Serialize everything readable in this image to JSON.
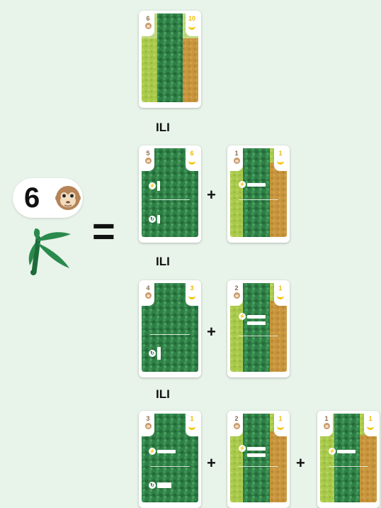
{
  "connector": "ILI",
  "plus_sign": "+",
  "equals_sign": "=",
  "token": {
    "value": "6",
    "icon": "monkey-icon"
  },
  "cards": [
    {
      "id": "card-a",
      "left_value": "6",
      "right_value": "10",
      "variant": "half"
    },
    {
      "id": "card-b",
      "left_value": "5",
      "right_value": "6",
      "variant": "full"
    },
    {
      "id": "card-c",
      "left_value": "1",
      "right_value": "1",
      "variant": "half"
    },
    {
      "id": "card-d",
      "left_value": "4",
      "right_value": "3",
      "variant": "full"
    },
    {
      "id": "card-e",
      "left_value": "2",
      "right_value": "1",
      "variant": "half"
    },
    {
      "id": "card-f",
      "left_value": "3",
      "right_value": "1",
      "variant": "full"
    },
    {
      "id": "card-g",
      "left_value": "2",
      "right_value": "1",
      "variant": "half"
    },
    {
      "id": "card-h",
      "left_value": "1",
      "right_value": "1",
      "variant": "half"
    }
  ]
}
